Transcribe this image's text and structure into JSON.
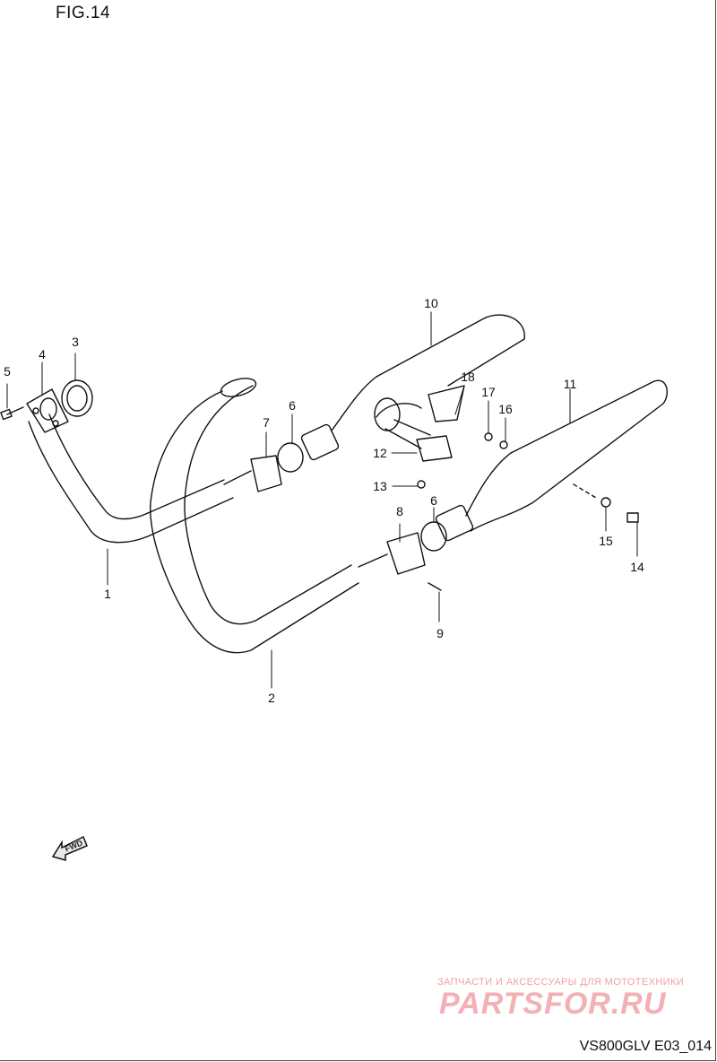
{
  "figure_title": "FIG.14",
  "fwd_arrow_label": "FWD",
  "diagram_code": "VS800GLV E03_014",
  "watermark": {
    "tagline": "ЗАПЧАСТИ И АКСЕССУАРЫ ДЛЯ МОТОТЕХНИКИ",
    "brand": "PARTSFOR.RU"
  },
  "callouts": [
    {
      "id": "1",
      "label": "1"
    },
    {
      "id": "2",
      "label": "2"
    },
    {
      "id": "3",
      "label": "3"
    },
    {
      "id": "4",
      "label": "4"
    },
    {
      "id": "5",
      "label": "5"
    },
    {
      "id": "6a",
      "label": "6"
    },
    {
      "id": "6b",
      "label": "6"
    },
    {
      "id": "7",
      "label": "7"
    },
    {
      "id": "8",
      "label": "8"
    },
    {
      "id": "9",
      "label": "9"
    },
    {
      "id": "10",
      "label": "10"
    },
    {
      "id": "11",
      "label": "11"
    },
    {
      "id": "12",
      "label": "12"
    },
    {
      "id": "13",
      "label": "13"
    },
    {
      "id": "14",
      "label": "14"
    },
    {
      "id": "15",
      "label": "15"
    },
    {
      "id": "16",
      "label": "16"
    },
    {
      "id": "17",
      "label": "17"
    },
    {
      "id": "18",
      "label": "18"
    }
  ]
}
